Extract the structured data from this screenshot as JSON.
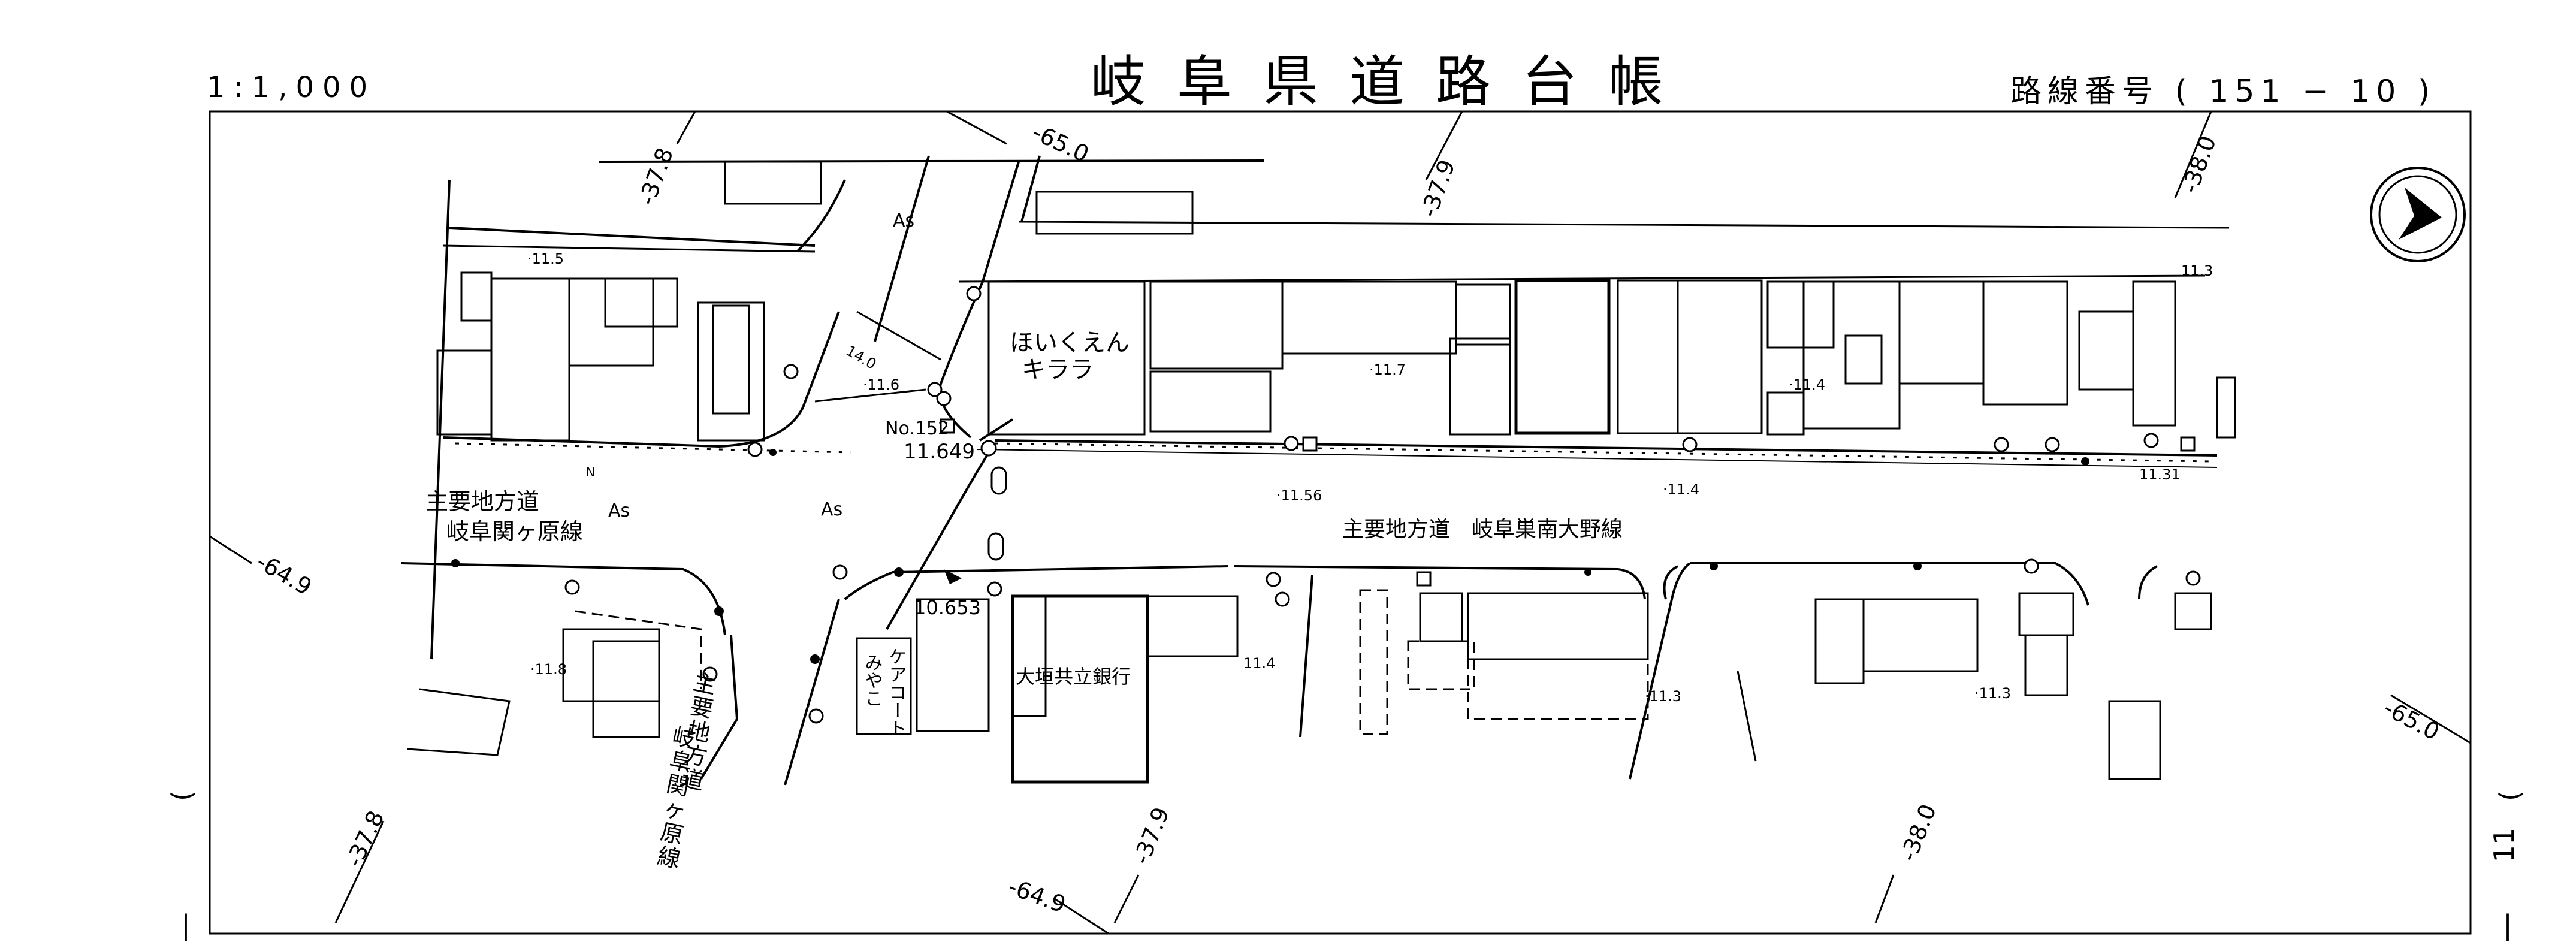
{
  "header": {
    "title": "岐阜県道路台帳",
    "scale": "1:1,000",
    "route_number": "路線番号 ( 151 − 10 )"
  },
  "margin": {
    "left_marks": [
      ")",
      "|"
    ],
    "right_marks": [
      ")",
      "11",
      "|"
    ]
  },
  "grid_labels": [
    "-37.8",
    "-65.0",
    "-37.9",
    "-38.0",
    "-64.9",
    "-37.8",
    "-64.9",
    "-37.9",
    "-38.0",
    "-65.0"
  ],
  "roads": {
    "main_road": "主要地方道　岐阜巣南大野線",
    "cross_road_line1": "主要地方道",
    "cross_road_line2": "岐阜関ヶ原線",
    "cross_road_vertical": [
      "主",
      "要",
      "地",
      "方",
      "道",
      "岐",
      "阜",
      "関",
      "ヶ",
      "原",
      "線"
    ]
  },
  "pavement": [
    "As",
    "As",
    "As"
  ],
  "buildings": {
    "nursery_line1": "ほいくえん",
    "nursery_line2": "キララ",
    "care_col1": "ケアコート",
    "care_col2": "みやこ",
    "bank": "大垣共立銀行"
  },
  "benchmarks": {
    "no": "No.152",
    "elev1": "11.649",
    "elev2": "10.653"
  },
  "spot_heights": [
    "·11.5",
    "·11.6",
    "·11.7",
    "·11.4",
    "·11.56",
    "·11.4",
    "·11.8",
    "11.4",
    "·11.3",
    "·11.3",
    "11.3",
    "11.31"
  ],
  "misc": {
    "dist": "14.0",
    "north": "N"
  }
}
